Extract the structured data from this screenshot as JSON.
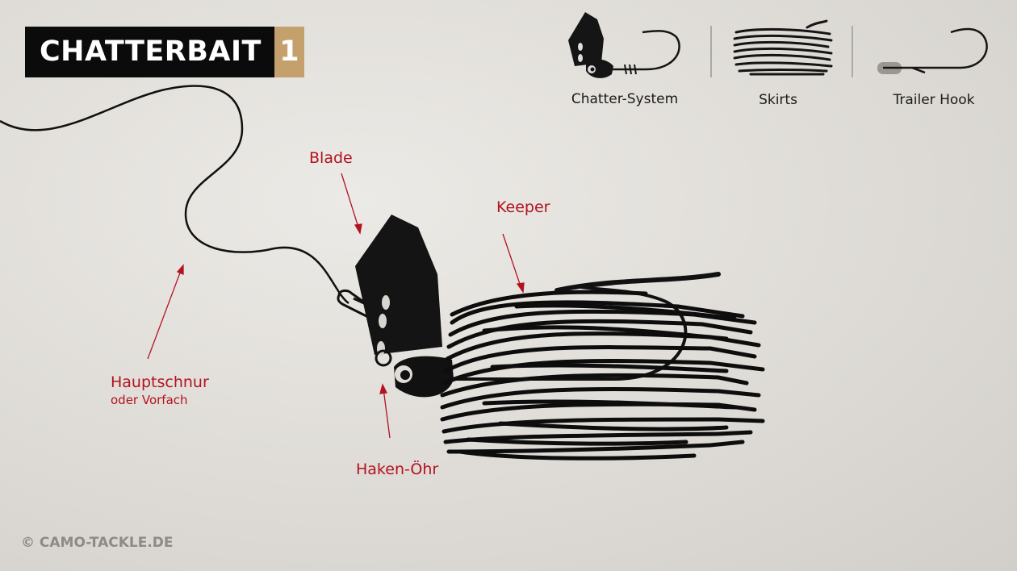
{
  "title": {
    "text": "CHATTERBAIT",
    "number": "1",
    "accent_color": "#c3a06c"
  },
  "labels": {
    "blade": "Blade",
    "keeper": "Keeper",
    "hauptschnur": "Hauptschnur",
    "hauptschnur_sub": "oder Vorfach",
    "haken_oehr": "Haken-Öhr",
    "label_color": "#b3121f"
  },
  "legend": {
    "items": [
      {
        "label": "Chatter-System",
        "icon": "chatter-system-icon"
      },
      {
        "label": "Skirts",
        "icon": "skirts-icon"
      },
      {
        "label": "Trailer Hook",
        "icon": "trailer-hook-icon"
      }
    ]
  },
  "copyright": "© CAMO-TACKLE.DE"
}
